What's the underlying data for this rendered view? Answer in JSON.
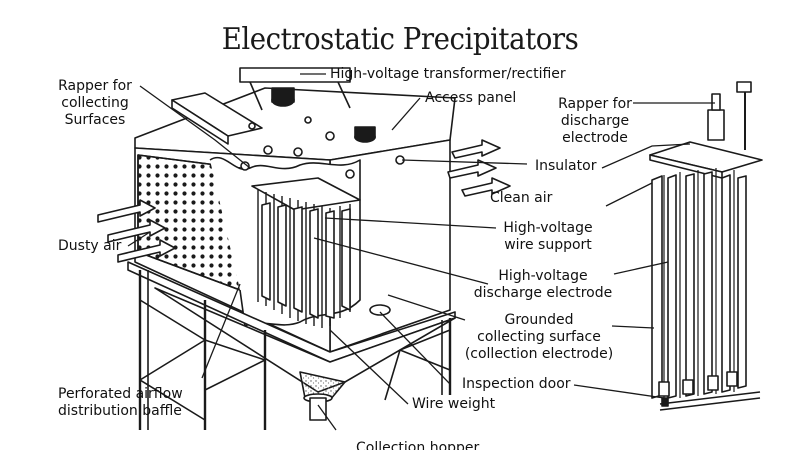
{
  "title": "Electrostatic Precipitators",
  "labels": {
    "transformer": "High-voltage transformer/rectifier",
    "access_panel": "Access panel",
    "rapper_collecting": "Rapper for\ncollecting\nSurfaces",
    "rapper_discharge": "Rapper for\ndischarge\nelectrode",
    "insulator": "Insulator",
    "clean_air": "Clean air",
    "dusty_air": "Dusty air",
    "wire_support": "High-voltage\nwire support",
    "discharge_electrode": "High-voltage\ndischarge electrode",
    "grounded_surface": "Grounded\ncollecting surface\n(collection electrode)",
    "inspection_door": "Inspection door",
    "baffle": "Perforated airflow\ndistribution baffle",
    "wire_weight": "Wire weight",
    "collection": "Collection hopper"
  },
  "colors": {
    "line": "#1a1a1a",
    "fill": "#ffffff",
    "shade": "#d9d9d9"
  }
}
